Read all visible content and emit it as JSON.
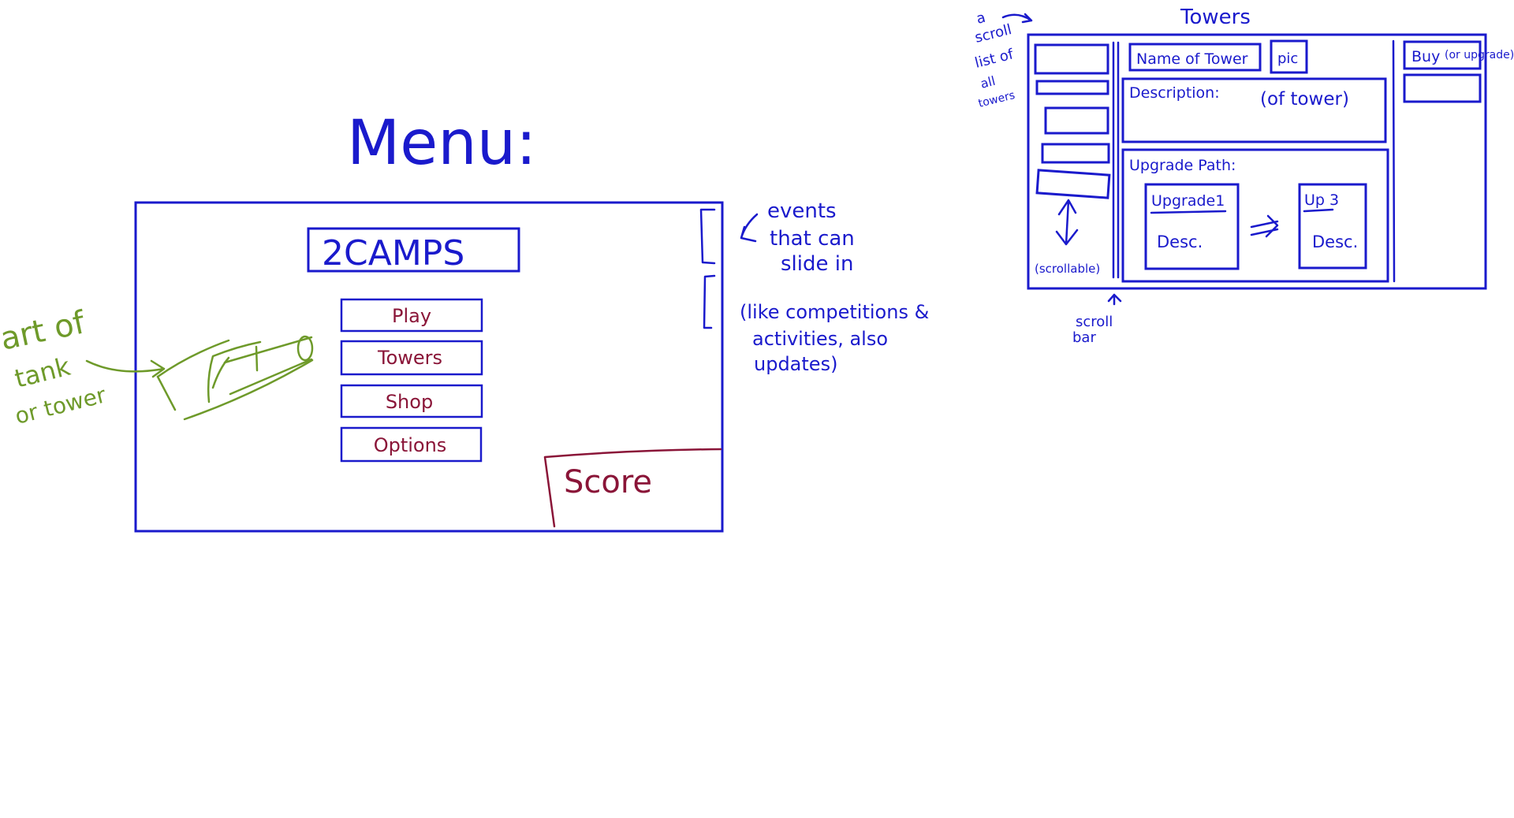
{
  "menu_sketch": {
    "heading": "Menu:",
    "game_title": "2CAMPS",
    "buttons": [
      "Play",
      "Towers",
      "Shop",
      "Options"
    ],
    "score_label": "Score",
    "events_note": [
      "events",
      "that can",
      "slide in"
    ],
    "events_example_note": [
      "(like competitions &",
      "activities, also",
      "updates)"
    ],
    "art_note": [
      "art of",
      "tank",
      "or tower"
    ]
  },
  "towers_sketch": {
    "heading": "Towers",
    "scroll_list_note": [
      "a",
      "scroll",
      "list of",
      "all",
      "towers"
    ],
    "scroll_list_label": "(scrollable)",
    "scrollbar_note": [
      "scroll",
      "bar"
    ],
    "name_label": "Name of Tower",
    "pic_label": "pic",
    "buy_label": "Buy",
    "buy_alt_label": "(or upgrade)",
    "description_label": "Description:",
    "description_note": "(of tower)",
    "upgrade_path_label": "Upgrade Path:",
    "upgrade_cards": [
      {
        "title": "Upgrade1",
        "desc": "Desc."
      },
      {
        "title": "Up 3",
        "desc": "Desc."
      }
    ]
  },
  "colors": {
    "ink_blue": "#1a1acc",
    "ink_red": "#8a1538",
    "ink_green": "#6e9a2a"
  }
}
